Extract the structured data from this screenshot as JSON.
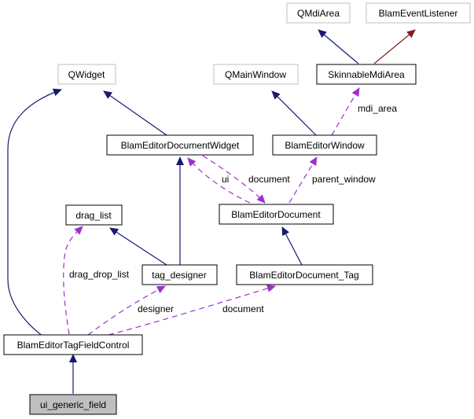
{
  "diagram": {
    "type": "collaboration-graph",
    "colors": {
      "inheritance_public": "#191970",
      "inheritance_protected": "#8b1a1a",
      "usage": "#9a32cd",
      "external_border": "#bfbfbf",
      "class_border": "#000000",
      "focus_fill": "#bfbfbf"
    },
    "nodes": [
      {
        "id": "QMdiArea",
        "label": "QMdiArea",
        "style": "external"
      },
      {
        "id": "BlamEventListener",
        "label": "BlamEventListener",
        "style": "external"
      },
      {
        "id": "QWidget",
        "label": "QWidget",
        "style": "external"
      },
      {
        "id": "QMainWindow",
        "label": "QMainWindow",
        "style": "external"
      },
      {
        "id": "SkinnableMdiArea",
        "label": "SkinnableMdiArea",
        "style": "class"
      },
      {
        "id": "BlamEditorDocumentWidget",
        "label": "BlamEditorDocumentWidget",
        "style": "class"
      },
      {
        "id": "BlamEditorWindow",
        "label": "BlamEditorWindow",
        "style": "class"
      },
      {
        "id": "drag_list",
        "label": "drag_list",
        "style": "class"
      },
      {
        "id": "BlamEditorDocument",
        "label": "BlamEditorDocument",
        "style": "class"
      },
      {
        "id": "tag_designer",
        "label": "tag_designer",
        "style": "class"
      },
      {
        "id": "BlamEditorDocument_Tag",
        "label": "BlamEditorDocument_Tag",
        "style": "class"
      },
      {
        "id": "BlamEditorTagFieldControl",
        "label": "BlamEditorTagFieldControl",
        "style": "class"
      },
      {
        "id": "ui_generic_field",
        "label": "ui_generic_field",
        "style": "focus"
      }
    ],
    "edges": [
      {
        "from": "SkinnableMdiArea",
        "to": "QMdiArea",
        "kind": "inheritance_public",
        "label": ""
      },
      {
        "from": "SkinnableMdiArea",
        "to": "BlamEventListener",
        "kind": "inheritance_protected",
        "label": ""
      },
      {
        "from": "BlamEditorDocumentWidget",
        "to": "QWidget",
        "kind": "inheritance_public",
        "label": ""
      },
      {
        "from": "BlamEditorTagFieldControl",
        "to": "QWidget",
        "kind": "inheritance_public",
        "label": ""
      },
      {
        "from": "BlamEditorWindow",
        "to": "QMainWindow",
        "kind": "inheritance_public",
        "label": ""
      },
      {
        "from": "BlamEditorWindow",
        "to": "SkinnableMdiArea",
        "kind": "usage",
        "label": "mdi_area"
      },
      {
        "from": "BlamEditorDocument",
        "to": "BlamEditorDocumentWidget",
        "kind": "usage",
        "label": "ui"
      },
      {
        "from": "BlamEditorDocumentWidget",
        "to": "BlamEditorDocument",
        "kind": "usage",
        "label": "document"
      },
      {
        "from": "BlamEditorDocument",
        "to": "BlamEditorWindow",
        "kind": "usage",
        "label": "parent_window"
      },
      {
        "from": "tag_designer",
        "to": "BlamEditorDocumentWidget",
        "kind": "inheritance_public",
        "label": ""
      },
      {
        "from": "tag_designer",
        "to": "drag_list",
        "kind": "inheritance_public",
        "label": ""
      },
      {
        "from": "BlamEditorDocument_Tag",
        "to": "BlamEditorDocument",
        "kind": "inheritance_public",
        "label": ""
      },
      {
        "from": "BlamEditorTagFieldControl",
        "to": "drag_list",
        "kind": "usage",
        "label": "drag_drop_list"
      },
      {
        "from": "BlamEditorTagFieldControl",
        "to": "tag_designer",
        "kind": "usage",
        "label": "designer"
      },
      {
        "from": "BlamEditorTagFieldControl",
        "to": "BlamEditorDocument_Tag",
        "kind": "usage",
        "label": "document"
      },
      {
        "from": "ui_generic_field",
        "to": "BlamEditorTagFieldControl",
        "kind": "inheritance_public",
        "label": ""
      }
    ]
  }
}
